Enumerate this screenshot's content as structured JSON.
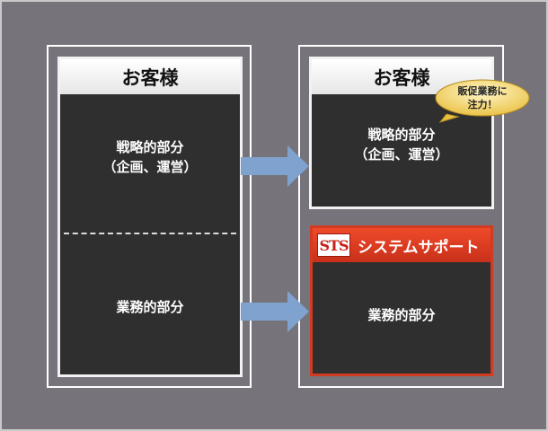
{
  "left": {
    "header": "お客様",
    "strategic_line1": "戦略的部分",
    "strategic_line2": "（企画、運営）",
    "business": "業務的部分"
  },
  "right": {
    "header": "お客様",
    "strategic_line1": "戦略的部分",
    "strategic_line2": "（企画、運営）",
    "bubble_line1": "販促業務に",
    "bubble_line2": "注力！"
  },
  "sts": {
    "logo": "STS",
    "name": "システムサポート",
    "business": "業務的部分"
  },
  "colors": {
    "background": "#76747a",
    "card": "#2f2f2f",
    "arrow": "#7fa2cf",
    "sts_red": "#d23a22",
    "bubble": "#f3d36a"
  }
}
